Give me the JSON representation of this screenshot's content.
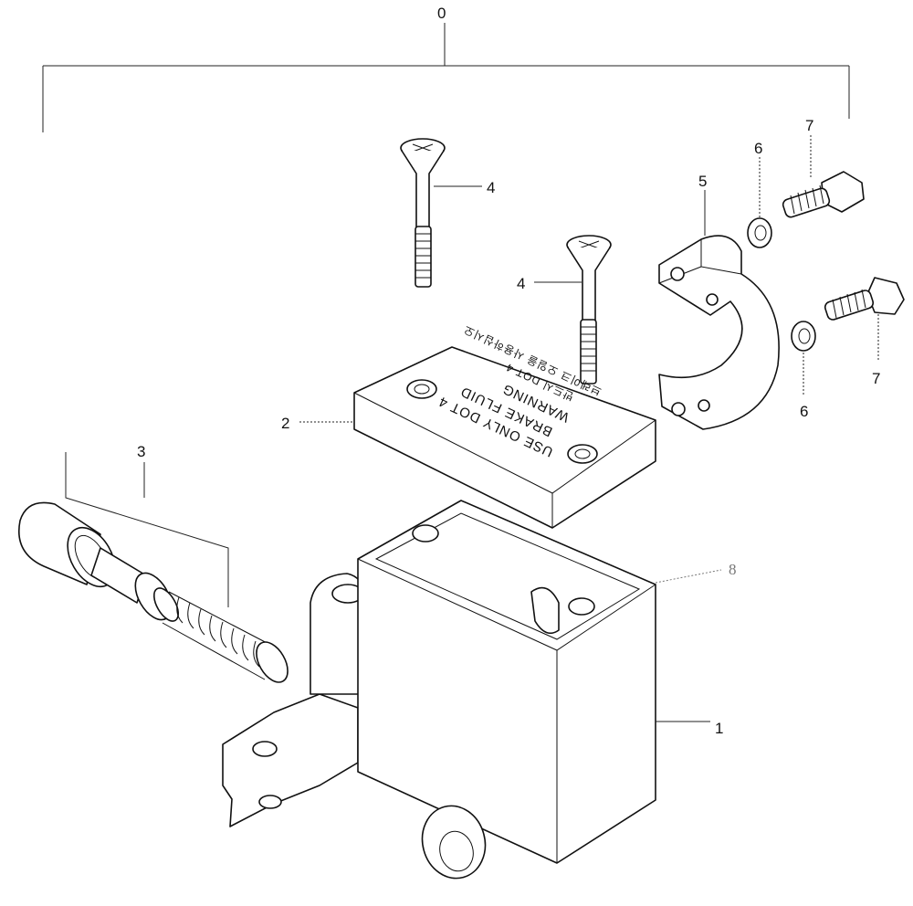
{
  "diagram": {
    "callouts": {
      "assembly": "0",
      "body": "1",
      "cover": "2",
      "piston_kit": "3",
      "screw_a": "4",
      "screw_b": "4",
      "clamp": "5",
      "washer_top": "6",
      "washer_bottom": "6",
      "bolt_top": "7",
      "bolt_bottom": "7",
      "float_part": "8"
    },
    "cover_text": {
      "line1": "USE ONLY DOT 4",
      "line2": "BRAKE FLUID",
      "line3": "WARNING",
      "line4": "반드시 DOT 4",
      "line5": "브레이크 오일을 사용하십시오"
    }
  }
}
